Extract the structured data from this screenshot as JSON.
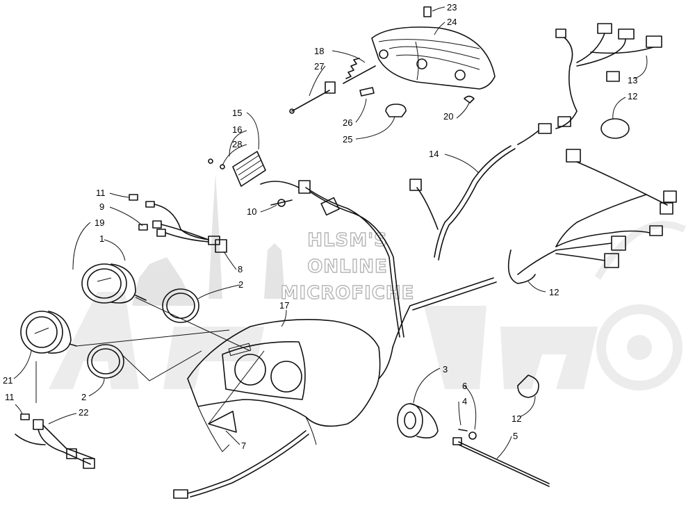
{
  "watermark": {
    "line1": "HLSM'S",
    "line2": "ONLINE",
    "line3": "MICROFICHE",
    "brand": "Arctic Cat"
  },
  "callouts": [
    {
      "id": "c23",
      "label": "23"
    },
    {
      "id": "c24",
      "label": "24"
    },
    {
      "id": "c18",
      "label": "18"
    },
    {
      "id": "c27",
      "label": "27"
    },
    {
      "id": "c26",
      "label": "26"
    },
    {
      "id": "c25",
      "label": "25"
    },
    {
      "id": "c20",
      "label": "20"
    },
    {
      "id": "c13",
      "label": "13"
    },
    {
      "id": "c12a",
      "label": "12"
    },
    {
      "id": "c15",
      "label": "15"
    },
    {
      "id": "c16",
      "label": "16"
    },
    {
      "id": "c28",
      "label": "28"
    },
    {
      "id": "c14",
      "label": "14"
    },
    {
      "id": "c10",
      "label": "10"
    },
    {
      "id": "c11a",
      "label": "11"
    },
    {
      "id": "c9",
      "label": "9"
    },
    {
      "id": "c19",
      "label": "19"
    },
    {
      "id": "c1",
      "label": "1"
    },
    {
      "id": "c8",
      "label": "8"
    },
    {
      "id": "c2a",
      "label": "2"
    },
    {
      "id": "c12b",
      "label": "12"
    },
    {
      "id": "c17",
      "label": "17"
    },
    {
      "id": "c21",
      "label": "21"
    },
    {
      "id": "c2b",
      "label": "2"
    },
    {
      "id": "c11b",
      "label": "11"
    },
    {
      "id": "c22",
      "label": "22"
    },
    {
      "id": "c3",
      "label": "3"
    },
    {
      "id": "c6",
      "label": "6"
    },
    {
      "id": "c4",
      "label": "4"
    },
    {
      "id": "c12c",
      "label": "12"
    },
    {
      "id": "c5",
      "label": "5"
    },
    {
      "id": "c7",
      "label": "7"
    }
  ]
}
